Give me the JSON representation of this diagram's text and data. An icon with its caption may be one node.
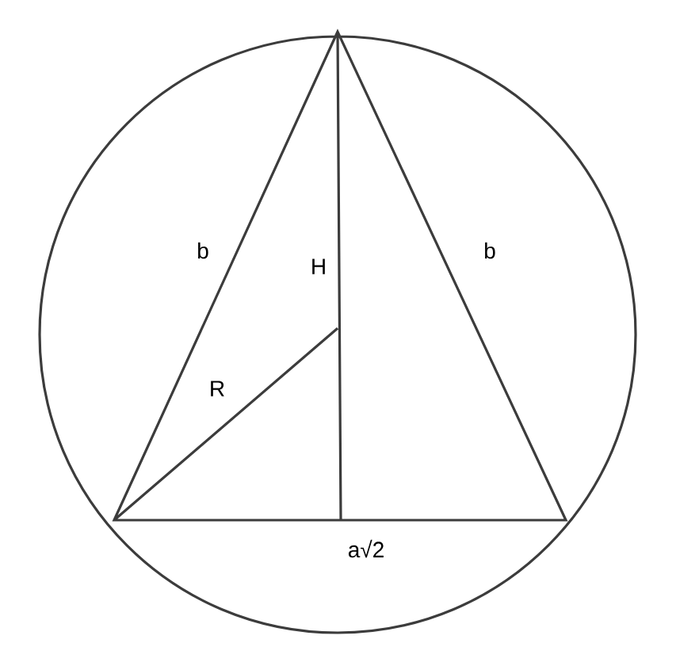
{
  "diagram": {
    "labels": [
      "b",
      "H",
      "b",
      "R",
      "a√2"
    ]
  }
}
